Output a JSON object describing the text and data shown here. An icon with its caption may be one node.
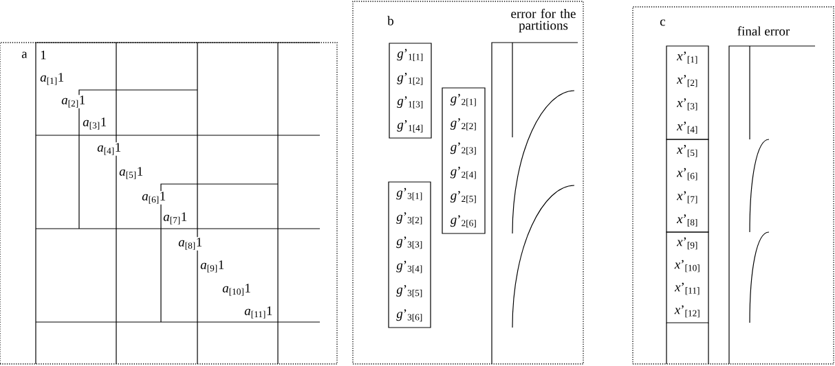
{
  "diagram": {
    "nodes": [
      {
        "text": [
          "a"
        ]
      },
      {
        "text": [
          "b"
        ]
      },
      {
        "text": [
          "*g*’$_{1[1]}$",
          "*g*’$_{1[2]}$",
          "*g*’$_{1[3]}$",
          "*g*’$_{1[4]}$"
        ],
        "in": 1
      },
      {
        "text": [
          "*g*’$_{2[1]}$",
          "*g*’$_{2[2]}$",
          "*g*’$_{2[3]}$",
          "*g*’$_{2[4]}$",
          "*g*’$_{2[5]}$",
          "*g*’$_{2[6]}$"
        ],
        "in": 1
      },
      {
        "text": [
          "*g*’$_{3[1]}$",
          "*g*’$_{3[2]}$",
          "*g*’$_{3[3]}$",
          "*g*’$_{3[4]}$",
          "*g*’$_{3[5]}$",
          "*g*’$_{3[6]}$"
        ],
        "in": 1
      },
      {
        "text": [
          "c"
        ]
      },
      {
        "text": [
          "*x*’$_{[1]}$",
          "*x*’$_{[2]}$",
          "*x*’$_{[3]}$",
          "*x*’$_{[4]}$"
        ],
        "in": 5
      },
      {
        "text": [
          "*x*’$_{[5]}$",
          "*x*’$_{[6]}$",
          "*x*’$_{[7]}$",
          "*x*’$_{[8]}$"
        ],
        "in": 5
      },
      {
        "text": [
          "*x*’$_{[9]}$",
          "*x*’$_{[10]}$",
          "*x*’$_{[11]}$",
          "*x*’$_{[12]}$"
        ],
        "in": 5
      }
    ],
    "labels": [
      "1",
      "*a*$_{[1]}$1",
      "*a*$_{[2]}$1",
      "*a*$_{[3]}$1",
      "*a*$_{[4]}$1",
      "*a*$_{[5]}$1",
      "*a*$_{[6]}$1",
      "*a*$_{[7]}$1",
      "*a*$_{[8]}$1",
      "*a*$_{[9]}$1",
      "*a*$_{[10]}$1",
      "*a*$_{[11]}$1",
      "error for the partitions",
      "final error"
    ]
  }
}
